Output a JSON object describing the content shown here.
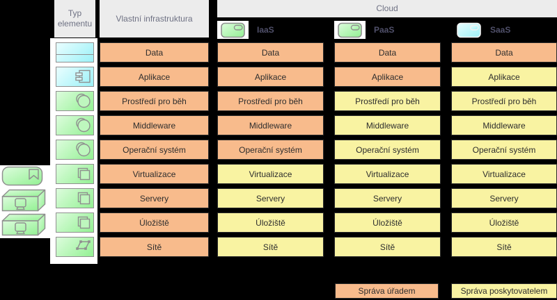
{
  "colors": {
    "background": "#000000",
    "header_bg": "#ececec",
    "header_text": "#6e7183",
    "agency": "#f8bb8c",
    "provider": "#f9f3a2",
    "cell_border": "#2b2b2b",
    "cell_text": "#2d2d2d",
    "shape_border": "#8f8f8f",
    "cloud_label_text": "#50506a",
    "green_fill_light": "#ddfcdd",
    "green_fill_dark": "#93f193",
    "cyan_fill_light": "#e9feff",
    "cyan_fill_dark": "#9cf1f7"
  },
  "headers": {
    "element_type": "Typ elementu",
    "own_infrastructure": "Vlastní infrastruktura",
    "cloud": "Cloud"
  },
  "cloud_columns": [
    {
      "id": "iaas",
      "label": "IaaS",
      "icon": "node-rounded-icon",
      "icon_color": "green"
    },
    {
      "id": "paas",
      "label": "PaaS",
      "icon": "node-rounded-icon",
      "icon_color": "green"
    },
    {
      "id": "saas",
      "label": "SaaS",
      "icon": "node-rounded-icon",
      "icon_color": "cyan"
    }
  ],
  "layers": [
    "Data",
    "Aplikace",
    "Prostředí pro běh",
    "Middleware",
    "Operační systém",
    "Virtualizace",
    "Servery",
    "Úložiště",
    "Sítě"
  ],
  "layer_icons": [
    "data-object-icon",
    "application-component-icon",
    "system-software-icon",
    "system-software-icon",
    "system-software-icon",
    "node-icon",
    "node-icon",
    "node-icon",
    "network-icon"
  ],
  "layer_icon_colors": [
    "cyan",
    "cyan",
    "green",
    "green",
    "green",
    "green",
    "green",
    "green",
    "green"
  ],
  "matrix": {
    "own_infrastructure": [
      "agency",
      "agency",
      "agency",
      "agency",
      "agency",
      "agency",
      "agency",
      "agency",
      "agency"
    ],
    "iaas": [
      "agency",
      "agency",
      "agency",
      "agency",
      "agency",
      "provider",
      "provider",
      "provider",
      "provider"
    ],
    "paas": [
      "agency",
      "agency",
      "provider",
      "provider",
      "provider",
      "provider",
      "provider",
      "provider",
      "provider"
    ],
    "saas": [
      "agency",
      "provider",
      "provider",
      "provider",
      "provider",
      "provider",
      "provider",
      "provider",
      "provider"
    ]
  },
  "legend": [
    {
      "label": "Správa úřadem",
      "type": "agency"
    },
    {
      "label": "Správa poskytovatelem",
      "type": "provider"
    }
  ],
  "side_shapes": [
    "rounded-node-bookmark-icon",
    "device-3d-icon",
    "device-3d-icon"
  ]
}
